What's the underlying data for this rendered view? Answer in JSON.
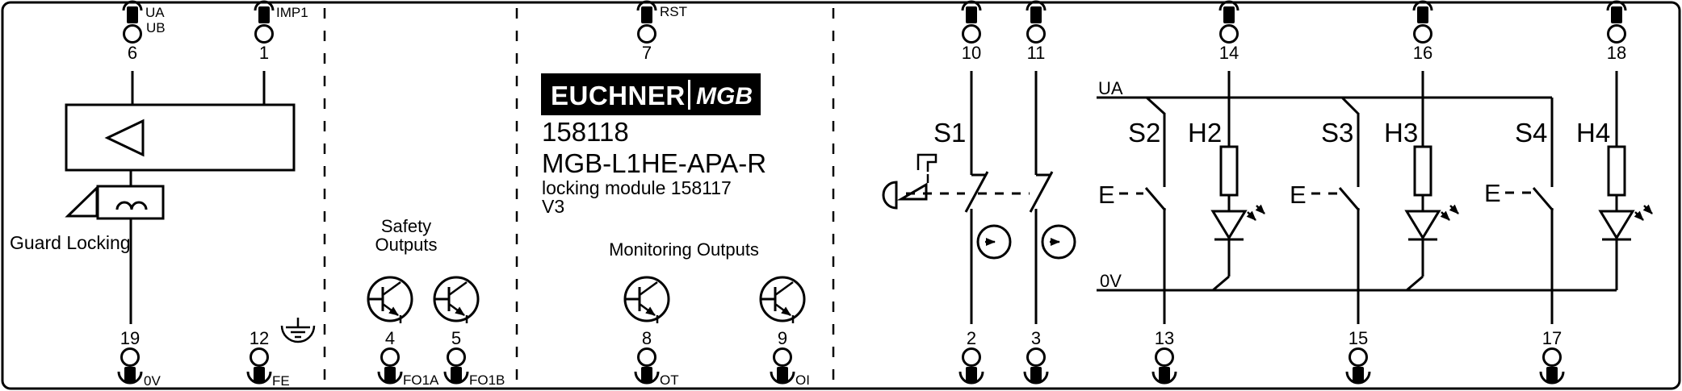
{
  "device": {
    "brand": "EUCHNER",
    "series": "MGB",
    "article_number": "158118",
    "type_designation": "MGB-L1HE-APA-R",
    "description": "locking module 158117",
    "version": "V3"
  },
  "labels": {
    "guard_locking": "Guard Locking",
    "safety_outputs_line1": "Safety",
    "safety_outputs_line2": "Outputs",
    "monitoring_outputs": "Monitoring Outputs",
    "ua_rail": "UA",
    "zero_v_rail": "0V",
    "actuation": "E"
  },
  "components": {
    "s1": "S1",
    "s2": "S2",
    "s3": "S3",
    "s4": "S4",
    "h2": "H2",
    "h3": "H3",
    "h4": "H4"
  },
  "terminals": {
    "t6": {
      "number": "6",
      "label_top": "UA",
      "label_bottom": "UB"
    },
    "t1": {
      "number": "1",
      "label": "IMP1"
    },
    "t7": {
      "number": "7",
      "label": "RST"
    },
    "t10": {
      "number": "10"
    },
    "t11": {
      "number": "11"
    },
    "t14": {
      "number": "14"
    },
    "t16": {
      "number": "16"
    },
    "t18": {
      "number": "18"
    },
    "t19": {
      "number": "19",
      "label": "0V"
    },
    "t12": {
      "number": "12",
      "label": "FE"
    },
    "t4": {
      "number": "4",
      "label": "FO1A"
    },
    "t5": {
      "number": "5",
      "label": "FO1B"
    },
    "t8": {
      "number": "8",
      "label": "OT"
    },
    "t9": {
      "number": "9",
      "label": "OI"
    },
    "t2": {
      "number": "2"
    },
    "t3": {
      "number": "3"
    },
    "t13": {
      "number": "13"
    },
    "t15": {
      "number": "15"
    },
    "t17": {
      "number": "17"
    }
  },
  "colors": {
    "line": "#000000",
    "background": "#ffffff",
    "logo_background": "#000000",
    "logo_text": "#ffffff"
  }
}
